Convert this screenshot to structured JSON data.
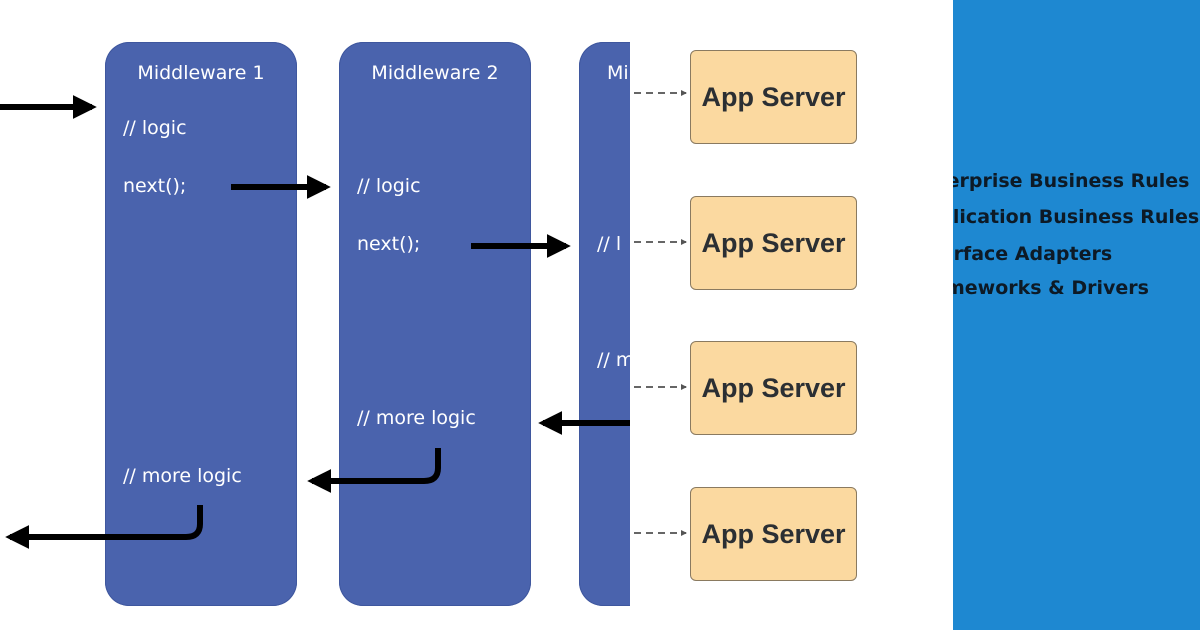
{
  "middleware_diagram": {
    "boxes": [
      {
        "title": "Middleware 1",
        "logic": "// logic",
        "next": "next();",
        "more_logic": "// more logic"
      },
      {
        "title": "Middleware 2",
        "logic": "// logic",
        "next": "next();",
        "more_logic": "// more logic"
      },
      {
        "title": "Mi",
        "logic": "// l",
        "more_logic": "// m"
      }
    ]
  },
  "servers": [
    {
      "label": "App Server"
    },
    {
      "label": "App Server"
    },
    {
      "label": "App Server"
    },
    {
      "label": "App Server"
    }
  ],
  "architecture": {
    "background_color": "#1e88d1",
    "layers": [
      {
        "label": "Enterprise Business Rules"
      },
      {
        "label": "Application Business Rules"
      },
      {
        "label": "Interface Adapters"
      },
      {
        "label": "Frameworks & Drivers"
      }
    ]
  }
}
